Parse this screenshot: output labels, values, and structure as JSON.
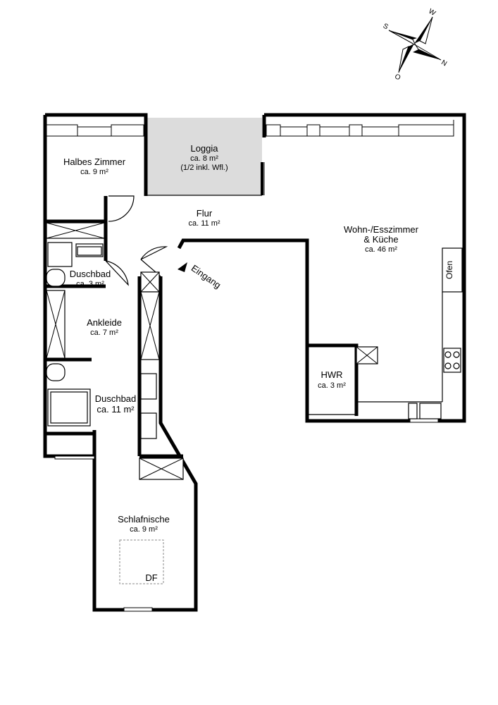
{
  "compass": {
    "n": "N",
    "s": "S",
    "o": "O",
    "w": "W"
  },
  "rooms": {
    "halbes_zimmer": {
      "name": "Halbes Zimmer",
      "area": "ca. 9 m²"
    },
    "loggia": {
      "name": "Loggia",
      "area": "ca. 8 m²",
      "note": "(1/2 inkl. Wfl.)"
    },
    "flur": {
      "name": "Flur",
      "area": "ca. 11 m²"
    },
    "wohn": {
      "name1": "Wohn-/Esszimmer",
      "name2": "& Küche",
      "area": "ca. 46 m²"
    },
    "duschbad_small": {
      "name": "Duschbad",
      "area": "ca. 3 m²"
    },
    "ankleide": {
      "name": "Ankleide",
      "area": "ca. 7 m²"
    },
    "duschbad_large": {
      "name": "Duschbad",
      "area": "ca. 11 m²"
    },
    "hwr": {
      "name": "HWR",
      "area": "ca. 3 m²"
    },
    "schlafnische": {
      "name": "Schlafnische",
      "area": "ca. 9 m²"
    }
  },
  "labels": {
    "eingang": "Eingang",
    "ofen": "Ofen",
    "df": "DF"
  },
  "colors": {
    "wall": "#000000",
    "loggia_fill": "#dcdcdc",
    "background": "#ffffff"
  }
}
